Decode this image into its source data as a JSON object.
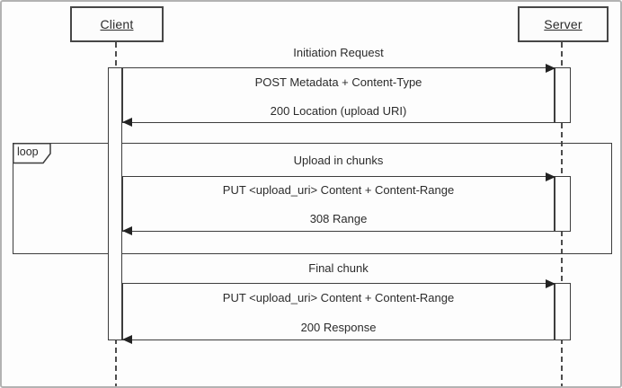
{
  "diagram": {
    "actors": {
      "client": {
        "label": "Client"
      },
      "server": {
        "label": "Server"
      }
    },
    "loop": {
      "label": "loop"
    },
    "exchanges": [
      {
        "title": "Initiation Request",
        "request": "POST Metadata + Content-Type",
        "response": "200 Location (upload URI)",
        "in_loop": false
      },
      {
        "title": "Upload in chunks",
        "request": "PUT <upload_uri> Content + Content-Range",
        "response": "308 Range",
        "in_loop": true
      },
      {
        "title": "Final chunk",
        "request": "PUT <upload_uri> Content + Content-Range",
        "response": "200 Response",
        "in_loop": false
      }
    ],
    "colors": {
      "line": "#3d3d3d",
      "text": "#2b2b2b",
      "background": "#fdfdfd",
      "frame_border": "#b3b3b3"
    }
  }
}
